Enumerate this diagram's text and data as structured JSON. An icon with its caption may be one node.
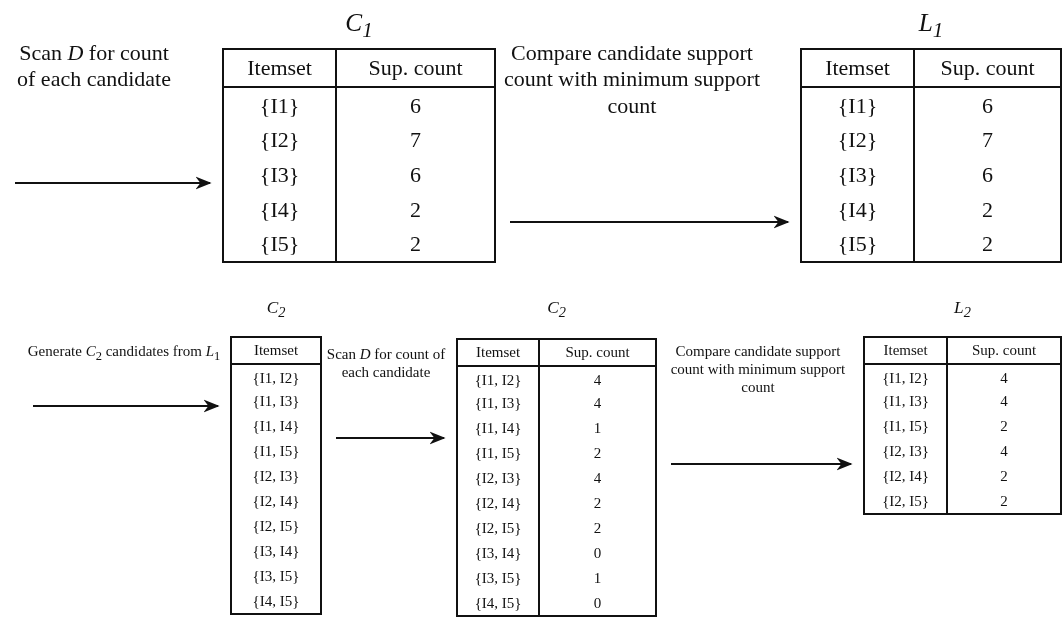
{
  "diagram": {
    "nodes": [
      {
        "text": [
          "C$_{1}$",
          "Itemset",
          "Sup. count",
          "{I1}",
          "6",
          "{I2}",
          "7",
          "{I3}",
          "6",
          "{I4}",
          "2",
          "{I5}",
          "2"
        ]
      },
      {
        "text": [
          "L$_{1}$",
          "Itemset",
          "Sup. count",
          "{I1}",
          "6",
          "{I2}",
          "7",
          "{I3}",
          "6",
          "{I4}",
          "2",
          "{I5}",
          "2"
        ]
      },
      {
        "text": [
          "C$_{2}$",
          "Itemset",
          "{I1, I2}",
          "{I1, I3}",
          "{I1, I4}",
          "{I1, I5}",
          "{I2, I3}",
          "{I2, I4}",
          "{I2, I5}",
          "{I3, I4}",
          "{I3, I5}",
          "{I4, I5}"
        ]
      },
      {
        "text": [
          "C$_{2}$",
          "Itemset",
          "Sup. count",
          "{I1, I2}",
          "4",
          "{I1, I3}",
          "4",
          "{I1, I4}",
          "1",
          "{I1, I5}",
          "2",
          "{I2, I3}",
          "4",
          "{I2, I4}",
          "2",
          "{I2, I5}",
          "2",
          "{I3, I4}",
          "0",
          "{I3, I5}",
          "1",
          "{I4, I5}",
          "0"
        ]
      },
      {
        "text": [
          "L$_{2}$",
          "Itemset",
          "Sup. count",
          "{I1, I2}",
          "4",
          "{I1, I3}",
          "4",
          "{I1, I5}",
          "2",
          "{I2, I3}",
          "4",
          "{I2, I4}",
          "2",
          "{I2, I5}",
          "2"
        ]
      }
    ],
    "edges": [
      {
        "from": null,
        "to": 0,
        "arrow": "to",
        "label": "Scan *D* for count of each candidate"
      },
      {
        "from": 0,
        "to": 1,
        "arrow": "to",
        "label": "Compare candidate support count with minimum support count"
      },
      {
        "from": null,
        "to": 2,
        "arrow": "to",
        "label": "Generate *C*$_{2}$ candidates from *L*$_{1}$"
      },
      {
        "from": 2,
        "to": 3,
        "arrow": "to",
        "label": "Scan *D* for count of each candidate"
      },
      {
        "from": 3,
        "to": 4,
        "arrow": "to",
        "label": "Compare candidate support count with minimum support count"
      }
    ]
  }
}
